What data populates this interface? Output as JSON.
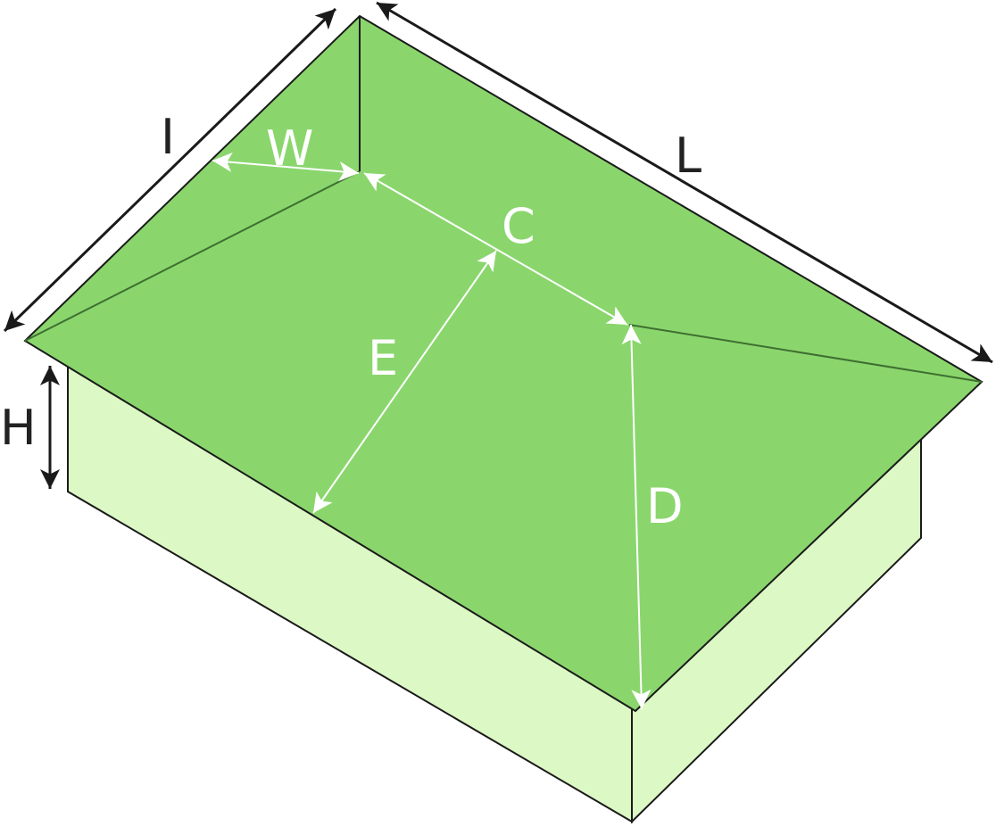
{
  "diagram": {
    "colors": {
      "roof": "#8ad66d",
      "wall": "#dcf8c4",
      "outline": "#1a1a1a",
      "ridge": "#3f6f30",
      "outer_dimension": "#1a1a1a",
      "inner_dimension": "#ffffff"
    },
    "labels": {
      "length": "L",
      "inclined_edge": "I",
      "overhang_width": "W",
      "ridge": "C",
      "slope_front": "E",
      "slope_hip": "D",
      "wall_height": "H"
    }
  }
}
